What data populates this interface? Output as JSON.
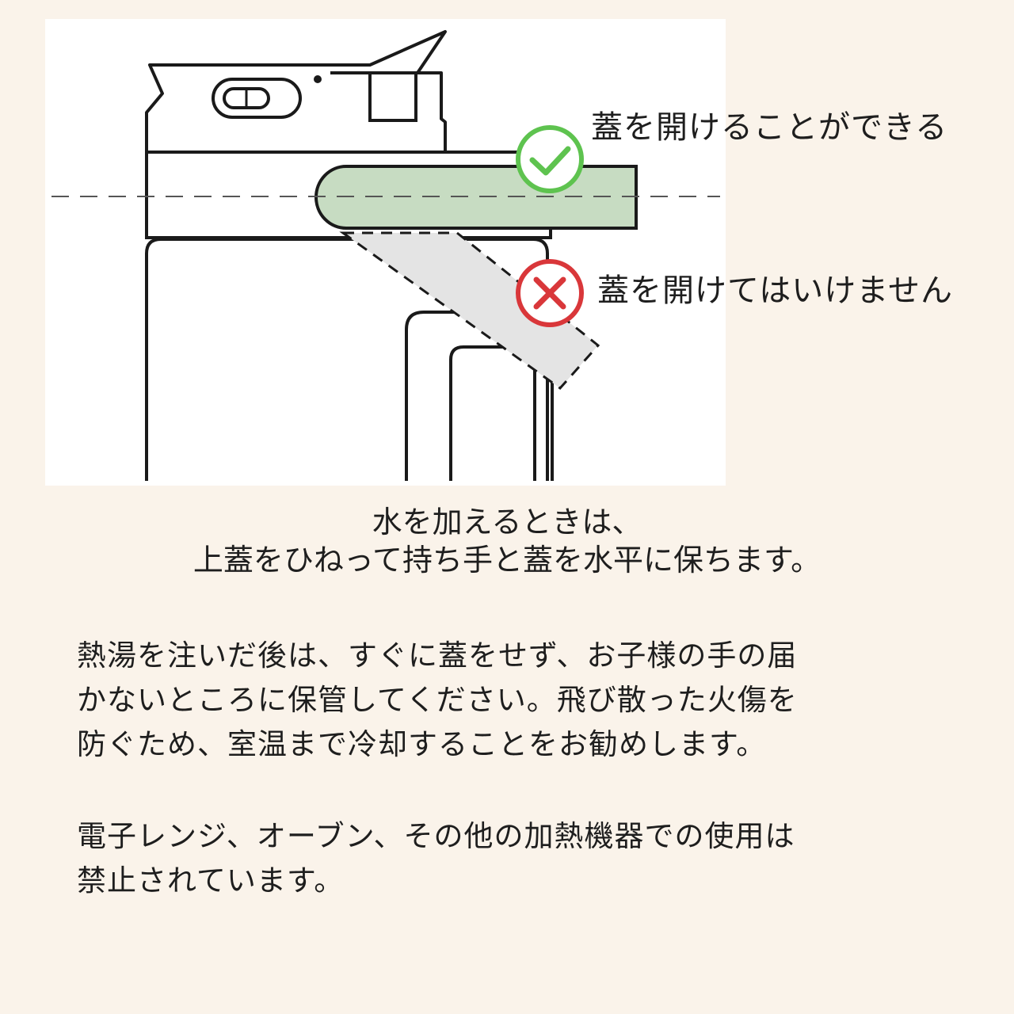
{
  "labels": {
    "ok": "蓋を開けることができる",
    "ng": "蓋を開けてはいけません"
  },
  "caption": {
    "line1": "水を加えるときは、",
    "line2": "上蓋をひねって持ち手と蓋を水平に保ちます。"
  },
  "notes": [
    "熱湯を注いだ後は、すぐに蓋をせず、お子様の手の届\nかないところに保管してください。飛び散った火傷を\n防ぐため、室温まで冷却することをお勧めします。",
    "電子レンジ、オーブン、その他の加熱機器での使用は\n禁止されています。"
  ],
  "colors": {
    "background": "#faf3ea",
    "ok_green": "#5ec34f",
    "ng_red": "#d9373a",
    "handle_green": "#c7dcc2",
    "handle_gray": "#e4e4e4"
  },
  "icons": {
    "ok": "check-circle-icon",
    "ng": "cross-circle-icon"
  }
}
